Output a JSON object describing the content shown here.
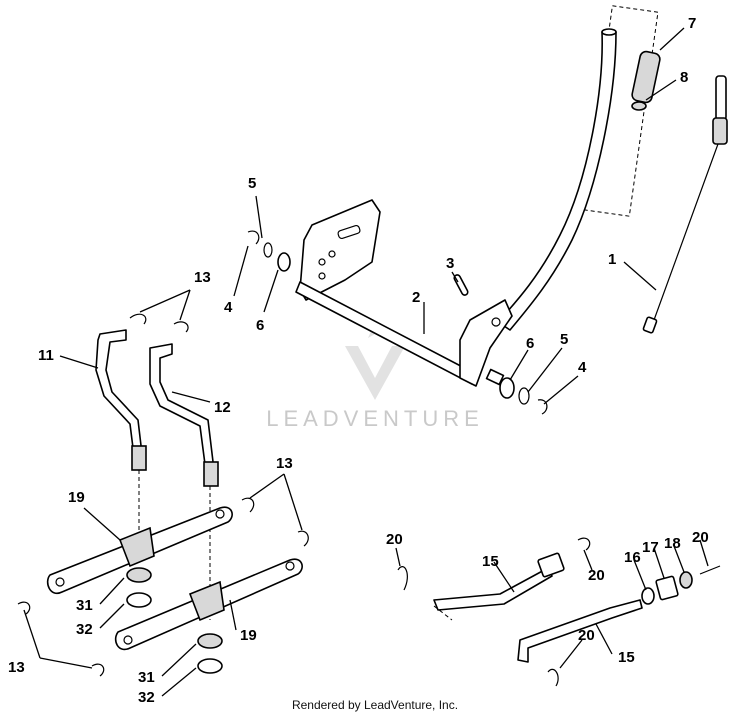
{
  "watermark": {
    "brand": "LEADVENTURE",
    "icon": "leadventure-logo-icon"
  },
  "footer": {
    "text": "Rendered by LeadVenture, Inc."
  },
  "callouts": {
    "c1": "1",
    "c2": "2",
    "c3": "3",
    "c4a": "4",
    "c4b": "4",
    "c5a": "5",
    "c5b": "5",
    "c6a": "6",
    "c6b": "6",
    "c7": "7",
    "c8": "8",
    "c11": "11",
    "c12": "12",
    "c13a": "13",
    "c13b": "13",
    "c13c": "13",
    "c15a": "15",
    "c15b": "15",
    "c16": "16",
    "c17": "17",
    "c18": "18",
    "c19a": "19",
    "c19b": "19",
    "c20a": "20",
    "c20b": "20",
    "c20c": "20",
    "c20d": "20",
    "c31a": "31",
    "c31b": "31",
    "c32a": "32",
    "c32b": "32"
  }
}
